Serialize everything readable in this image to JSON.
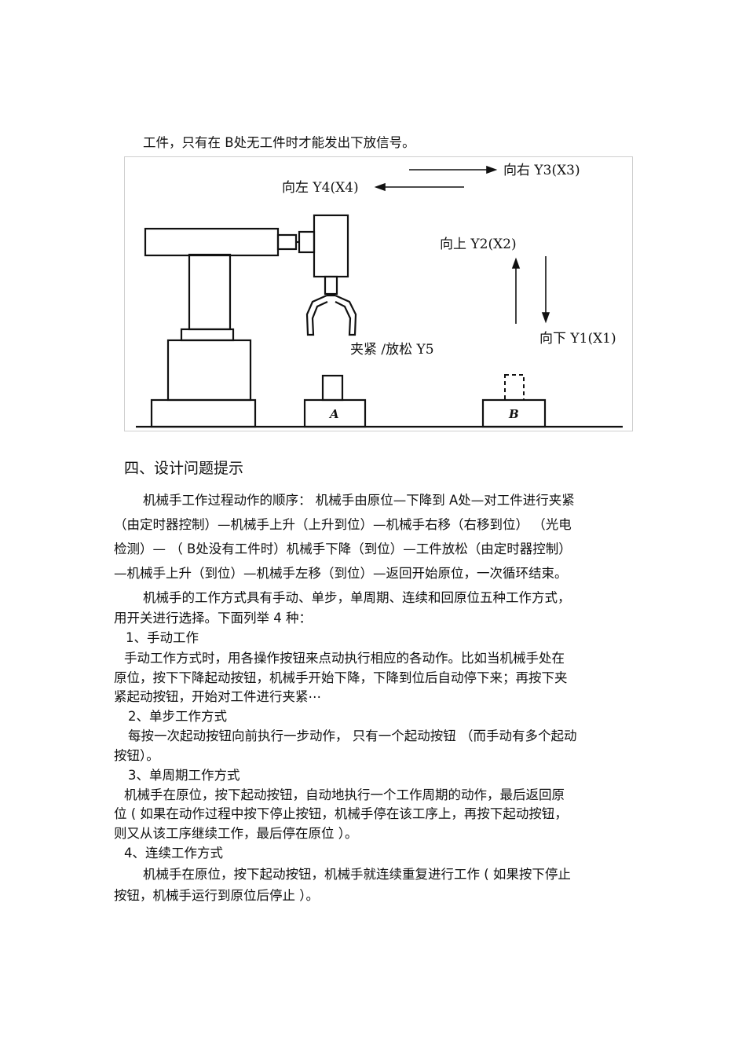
{
  "intro_line": "工件，只有在   B处无工件时才能发出下放信号。",
  "figure": {
    "label_left": "向左 Y4(X4)",
    "label_right": "向右 Y3(X3)",
    "label_up": "向上 Y2(X2)",
    "label_down": "向下 Y1(X1)",
    "label_clamp": "夹紧 /放松 Y5",
    "station_a": "A",
    "station_b": "B"
  },
  "section": {
    "heading": "四、设计问题提示",
    "lines": [
      "机械手工作过程动作的顺序：  机械手由原位—下降到    A处—对工件进行夹紧",
      "（由定时器控制）—机械手上升（上升到位）—机械手右移（右移到位）          （光电",
      "检测）—  （ B处没有工件时）机械手下降（到位）—工件放松（由定时器控制）",
      "—机械手上升（到位）—机械手左移（到位）—返回开始原位，一次循环结束。",
      "机械手的工作方式具有手动、单步，单周期、连续和回原位五种工作方式，",
      "用开关进行选择。下面列举    4 种：",
      "1、手动工作",
      "手动工作方式时，用各操作按钮来点动执行相应的各动作。比如当机械手处在",
      "原位，按下下降起动按钮，机械手开始下降，下降到位后自动停下来；再按下夹",
      "紧起动按钮，开始对工件进行夹紧⋯",
      "2、单步工作方式",
      "每按一次起动按钮向前执行一步动作，    只有一个起动按钮  （而手动有多个起动",
      "按钮）。",
      "3、单周期工作方式",
      "机械手在原位，按下起动按钮，自动地执行一个工作周期的动作，最后返回原",
      "位 ( 如果在动作过程中按下停止按钮，机械手停在该工序上，再按下起动按钮，",
      "则又从该工序继续工作，最后停在原位     ）。",
      "4、连续工作方式",
      "机械手在原位，按下起动按钮，机械手就连续重复进行工作       ( 如果按下停止",
      "按钮，机械手运行到原位后停止    ）。"
    ]
  }
}
